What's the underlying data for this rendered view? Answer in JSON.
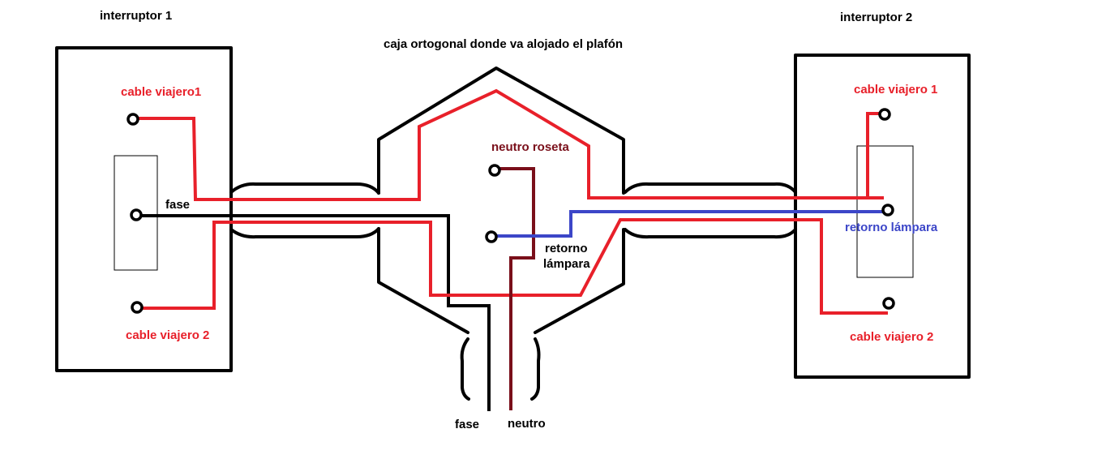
{
  "labels": {
    "interruptor_1": "interruptor 1",
    "interruptor_2": "interruptor 2",
    "caja_title": "caja ortogonal donde va alojado el plafón",
    "cable_viajero1_left": "cable viajero1",
    "fase_left": "fase",
    "cable_viajero2_left": "cable viajero 2",
    "neutro_roseta": "neutro roseta",
    "retorno_lampara_line1": "retorno",
    "retorno_lampara_line2": "lámpara",
    "cable_viajero1_right": "cable viajero 1",
    "retorno_lampara_right": "retorno lámpara",
    "cable_viajero2_right": "cable viajero 2",
    "fase_bottom": "fase",
    "neutro_bottom": "neutro"
  },
  "colors": {
    "background": "#ffffff",
    "outline": "#000000",
    "cable_viajero": "#e8202a",
    "retorno": "#3c46c8",
    "neutro": "#7a0f1a",
    "fase": "#000000"
  }
}
